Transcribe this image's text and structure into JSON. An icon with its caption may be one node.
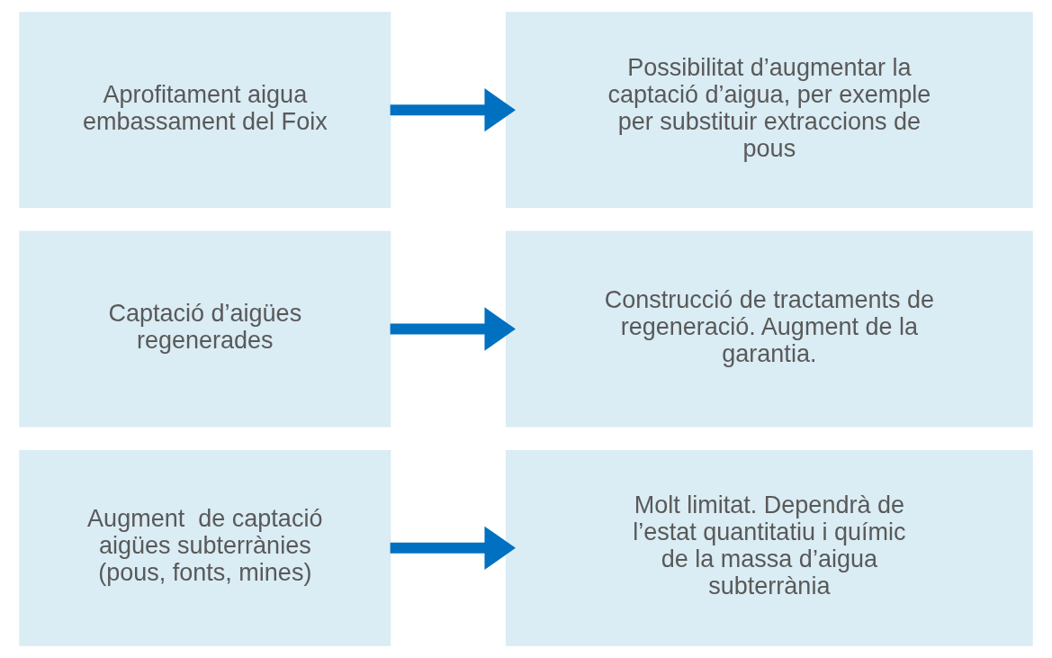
{
  "diagram": {
    "nodes": [
      {
        "text": [
          "Augment  de captació aigües subterrànies (pous, fonts, mines)"
        ]
      },
      {
        "text": [
          "Molt limitat. Dependrà de l’estat quantitatiu i químic de la massa d’aigua subterrània"
        ]
      },
      {
        "text": [
          "Captació d’aigües regenerades"
        ]
      },
      {
        "text": [
          "Construcció de tractaments de regeneració. Augment de la garantia."
        ]
      },
      {
        "text": [
          "Aprofitament aigua embassament del Foix"
        ]
      },
      {
        "text": [
          "Possibilitat d’augmentar la captació d’aigua, per exemple per substituir extraccions de pous"
        ]
      }
    ],
    "edges": [
      {
        "from": 0,
        "to": 1,
        "arrow": "to"
      },
      {
        "from": 2,
        "to": 3,
        "arrow": "to"
      },
      {
        "from": 4,
        "to": 5,
        "arrow": "to"
      }
    ]
  }
}
